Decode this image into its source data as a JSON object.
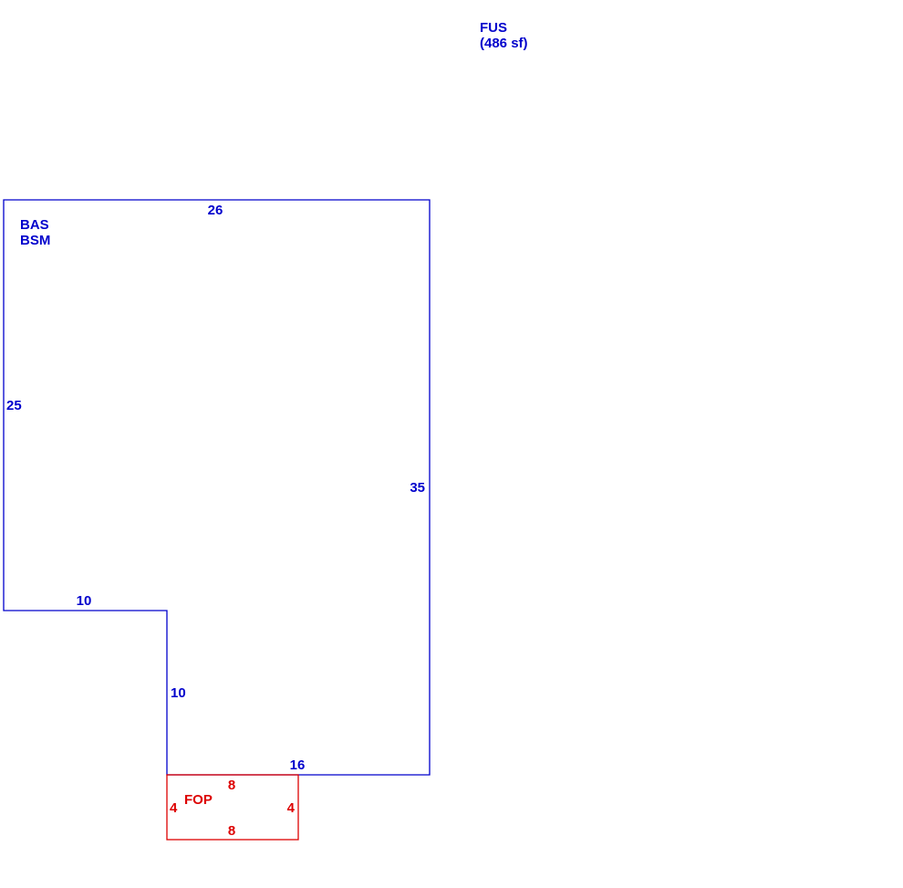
{
  "colors": {
    "main": "#0000cc",
    "porch": "#dd0000"
  },
  "fus": {
    "code": "FUS",
    "area": "(486 sf)"
  },
  "main_area": {
    "codes": [
      "BAS",
      "BSM"
    ],
    "dims": {
      "top": "26",
      "left": "25",
      "right": "35",
      "step_top": "10",
      "step_side": "10",
      "bottom": "16"
    }
  },
  "porch": {
    "code": "FOP",
    "dims": {
      "top": "8",
      "bottom": "8",
      "left": "4",
      "right": "4"
    }
  }
}
